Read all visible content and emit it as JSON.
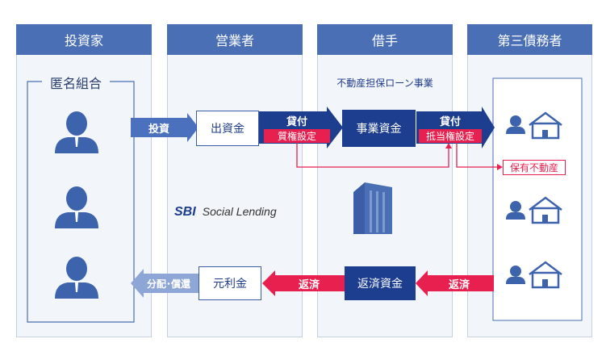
{
  "columns": {
    "investor": "投資家",
    "operator": "営業者",
    "borrower": "借手",
    "debtor": "第三債務者"
  },
  "investor_group": "匿名組合",
  "investment_label": "投資",
  "capital_box": "出資金",
  "loan_label_1": "貸付",
  "pledge_tag": "質権設定",
  "business_subtitle": "不動産担保ローン事業",
  "business_funds_box": "事業資金",
  "loan_label_2": "貸付",
  "mortgage_tag": "抵当権設定",
  "owned_property_tag": "保有不動産",
  "logo": {
    "brand": "SBI",
    "text": "Social Lending"
  },
  "repay_label_1": "返済",
  "repay_funds_box": "返済資金",
  "repay_label_2": "返済",
  "principal_box": "元利金",
  "distribution_label": "分配･償還",
  "colors": {
    "header": "#4a6fb5",
    "navy": "#1d3d8f",
    "arrow_blue": "#4a70be",
    "accent_red": "#e8204f",
    "icon": "#4a6fb5"
  }
}
